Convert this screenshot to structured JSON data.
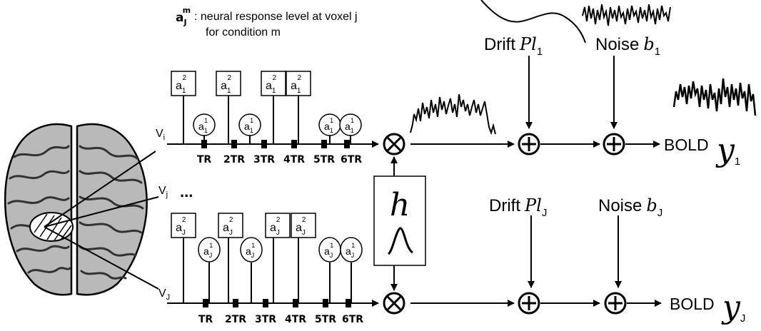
{
  "legend": {
    "symbol_base": "a",
    "symbol_sub": "J",
    "symbol_sup": "m",
    "line1": ": neural response level at voxel j",
    "line2": "for condition m"
  },
  "voxels": {
    "v_i": {
      "base": "V",
      "sub": "i"
    },
    "v_j": {
      "base": "V",
      "sub": "j"
    },
    "dots": "...",
    "v_J": {
      "base": "V",
      "sub": "J"
    }
  },
  "timeline_top": {
    "labels": [
      "TR",
      "2TR",
      "3TR",
      "4TR",
      "5TR",
      "6TR"
    ],
    "box_labels": [
      {
        "base": "a",
        "sub": "1",
        "sup": "2"
      },
      {
        "base": "a",
        "sub": "1",
        "sup": "2"
      },
      {
        "base": "a",
        "sub": "1",
        "sup": "2"
      },
      {
        "base": "a",
        "sub": "1",
        "sup": "2"
      }
    ],
    "circle_labels": [
      {
        "base": "a",
        "sub": "1",
        "sup": "1"
      },
      {
        "base": "a",
        "sub": "1",
        "sup": "1"
      },
      {
        "base": "a",
        "sub": "1",
        "sup": "1"
      },
      {
        "base": "a",
        "sub": "1",
        "sup": "1"
      }
    ]
  },
  "timeline_bottom": {
    "labels": [
      "TR",
      "2TR",
      "3TR",
      "4TR",
      "5TR",
      "6TR"
    ],
    "box_labels": [
      {
        "base": "a",
        "sub": "J",
        "sup": "2"
      },
      {
        "base": "a",
        "sub": "J",
        "sup": "2"
      },
      {
        "base": "a",
        "sub": "J",
        "sup": "2"
      },
      {
        "base": "a",
        "sub": "J",
        "sup": "2"
      }
    ],
    "circle_labels": [
      {
        "base": "a",
        "sub": "J",
        "sup": "1"
      },
      {
        "base": "a",
        "sub": "J",
        "sup": "1"
      },
      {
        "base": "a",
        "sub": "J",
        "sup": "1"
      },
      {
        "base": "a",
        "sub": "J",
        "sup": "1"
      }
    ]
  },
  "hrf": {
    "symbol": "h"
  },
  "top_path": {
    "drift_word": "Drift",
    "drift_symbol": "Pl",
    "drift_sub": "1",
    "noise_word": "Noise",
    "noise_symbol": "b",
    "noise_sub": "1",
    "bold_word": "BOLD",
    "output_symbol": "y",
    "output_sub": "1"
  },
  "bottom_path": {
    "drift_word": "Drift",
    "drift_symbol": "Pl",
    "drift_sub": "J",
    "noise_word": "Noise",
    "noise_symbol": "b",
    "noise_sub": "J",
    "bold_word": "BOLD",
    "output_symbol": "y",
    "output_sub": "J"
  },
  "icons": {
    "brain": "brain-illustration",
    "multiply": "multiply-icon",
    "add": "plus-circle-icon",
    "hrf_curve": "hrf-curve-icon"
  }
}
